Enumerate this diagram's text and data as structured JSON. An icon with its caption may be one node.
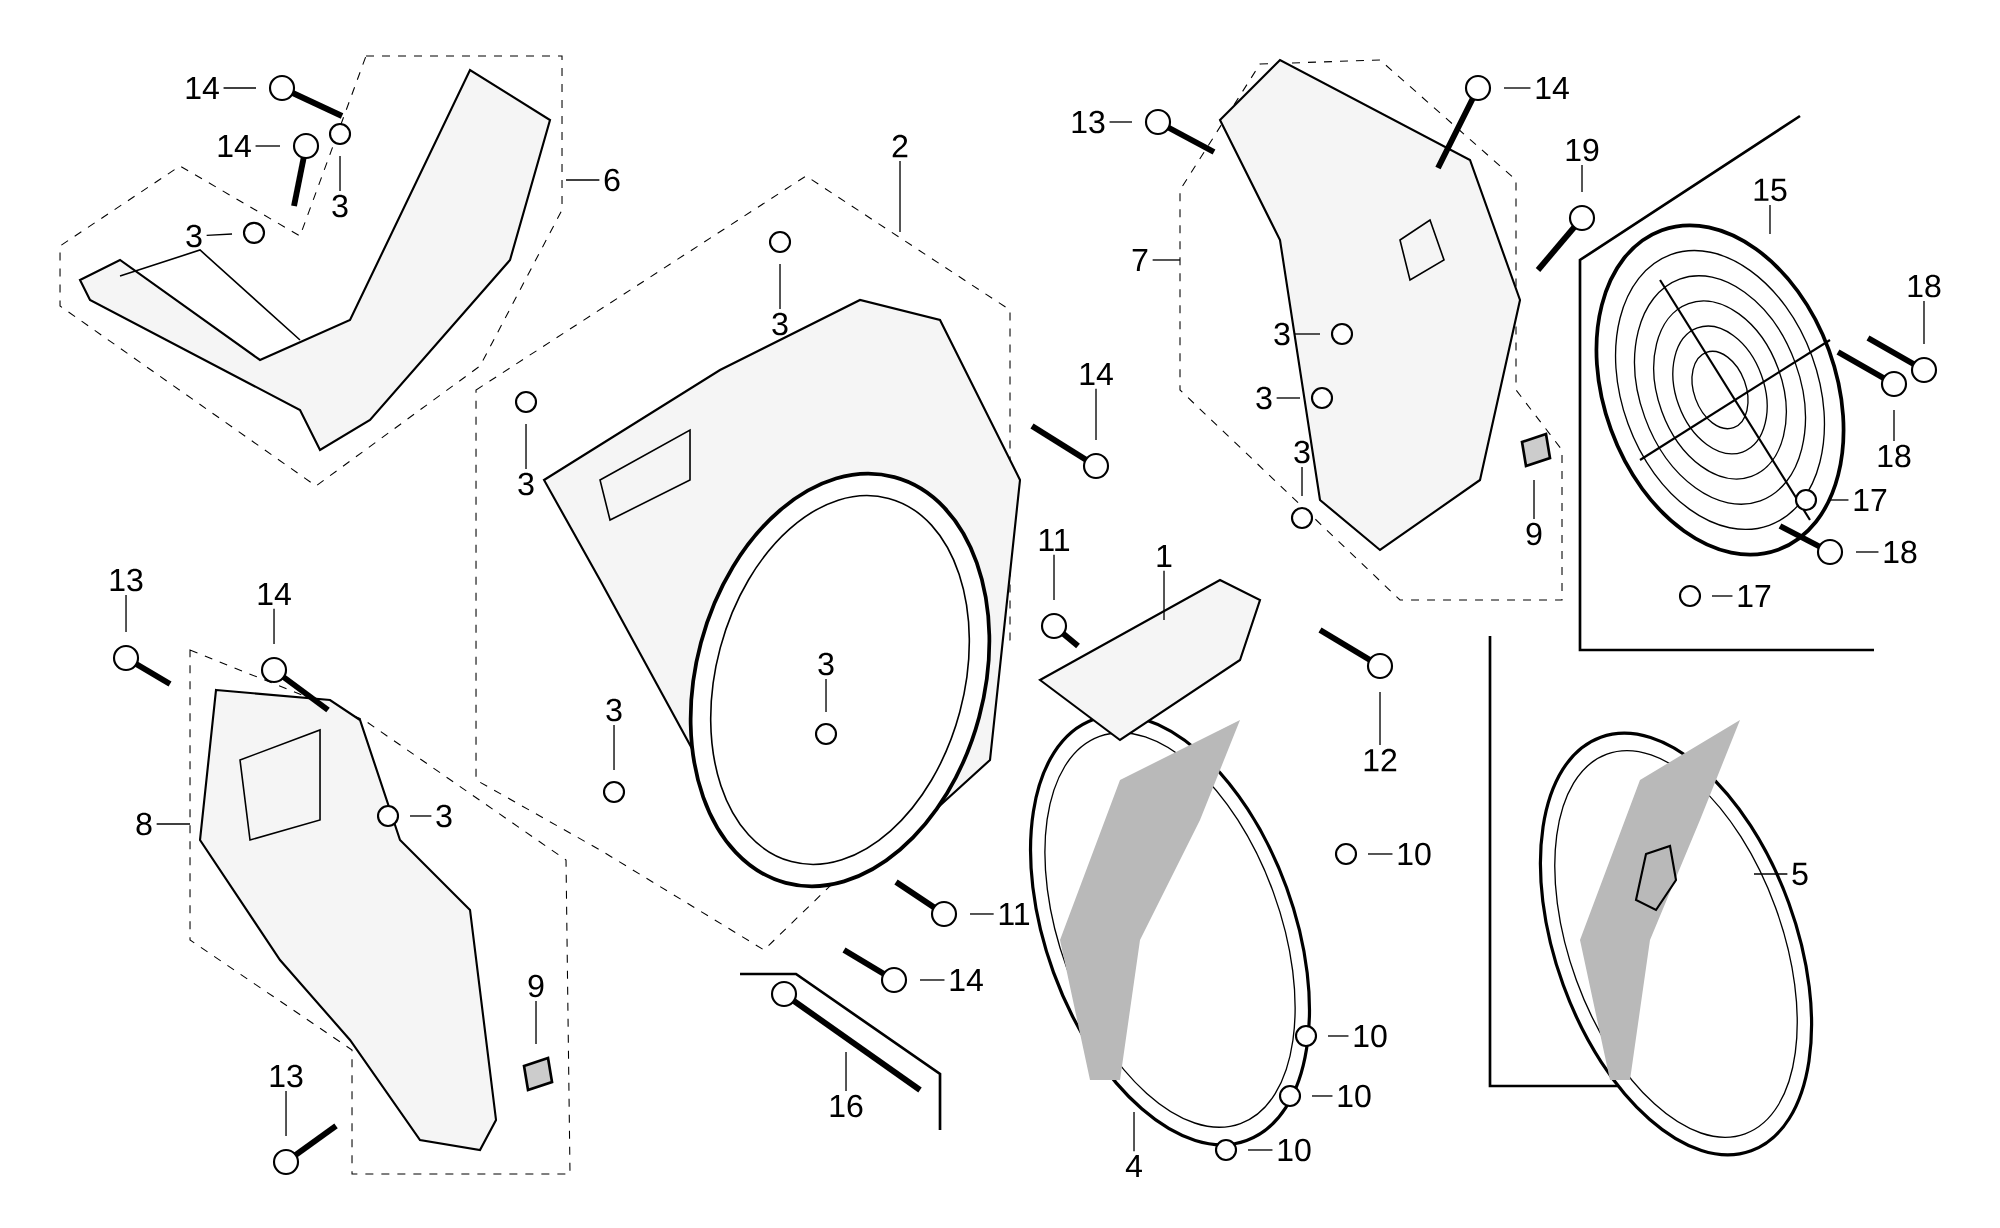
{
  "diagram": {
    "nodes": [
      {
        "text": [
          "14"
        ]
      },
      {
        "text": [
          "14"
        ]
      },
      {
        "text": [
          "3"
        ]
      },
      {
        "text": [
          "3"
        ]
      },
      {
        "text": [
          "6"
        ]
      },
      {
        "text": [
          "2"
        ]
      },
      {
        "text": [
          "3"
        ]
      },
      {
        "text": [
          "3"
        ]
      },
      {
        "text": [
          "13"
        ]
      },
      {
        "text": [
          "14"
        ]
      },
      {
        "text": [
          "7"
        ]
      },
      {
        "text": [
          "3"
        ]
      },
      {
        "text": [
          "3"
        ]
      },
      {
        "text": [
          "3"
        ]
      },
      {
        "text": [
          "14"
        ]
      },
      {
        "text": [
          "19"
        ]
      },
      {
        "text": [
          "15"
        ]
      },
      {
        "text": [
          "18"
        ]
      },
      {
        "text": [
          "18"
        ]
      },
      {
        "text": [
          "17"
        ]
      },
      {
        "text": [
          "18"
        ]
      },
      {
        "text": [
          "17"
        ]
      },
      {
        "text": [
          "9"
        ]
      },
      {
        "text": [
          "13"
        ]
      },
      {
        "text": [
          "14"
        ]
      },
      {
        "text": [
          "8"
        ]
      },
      {
        "text": [
          "3"
        ]
      },
      {
        "text": [
          "3"
        ]
      },
      {
        "text": [
          "9"
        ]
      },
      {
        "text": [
          "13"
        ]
      },
      {
        "text": [
          "11"
        ]
      },
      {
        "text": [
          "1"
        ]
      },
      {
        "text": [
          "3"
        ]
      },
      {
        "text": [
          "11"
        ]
      },
      {
        "text": [
          "14"
        ]
      },
      {
        "text": [
          "16"
        ]
      },
      {
        "text": [
          "4"
        ]
      },
      {
        "text": [
          "10"
        ]
      },
      {
        "text": [
          "10"
        ]
      },
      {
        "text": [
          "10"
        ]
      },
      {
        "text": [
          "10"
        ]
      },
      {
        "text": [
          "12"
        ]
      },
      {
        "text": [
          "5"
        ]
      }
    ],
    "edges": [
      {
        "from": 0,
        "to": null,
        "arrow": "none"
      },
      {
        "from": 1,
        "to": null,
        "arrow": "none"
      },
      {
        "from": 2,
        "to": null,
        "arrow": "none"
      },
      {
        "from": 3,
        "to": null,
        "arrow": "none"
      },
      {
        "from": 4,
        "to": null,
        "arrow": "none"
      },
      {
        "from": 5,
        "to": null,
        "arrow": "none"
      },
      {
        "from": 6,
        "to": null,
        "arrow": "none"
      },
      {
        "from": 7,
        "to": null,
        "arrow": "none"
      },
      {
        "from": 8,
        "to": null,
        "arrow": "none"
      },
      {
        "from": 9,
        "to": null,
        "arrow": "none"
      },
      {
        "from": 10,
        "to": null,
        "arrow": "none"
      },
      {
        "from": 11,
        "to": null,
        "arrow": "none"
      },
      {
        "from": 12,
        "to": null,
        "arrow": "none"
      },
      {
        "from": 13,
        "to": null,
        "arrow": "none"
      },
      {
        "from": 14,
        "to": null,
        "arrow": "none"
      },
      {
        "from": 15,
        "to": null,
        "arrow": "none"
      },
      {
        "from": 16,
        "to": null,
        "arrow": "none"
      },
      {
        "from": 17,
        "to": null,
        "arrow": "none"
      },
      {
        "from": 18,
        "to": null,
        "arrow": "none"
      },
      {
        "from": 19,
        "to": null,
        "arrow": "none"
      },
      {
        "from": 20,
        "to": null,
        "arrow": "none"
      },
      {
        "from": 21,
        "to": null,
        "arrow": "none"
      },
      {
        "from": 22,
        "to": null,
        "arrow": "none"
      },
      {
        "from": 23,
        "to": null,
        "arrow": "none"
      },
      {
        "from": 24,
        "to": null,
        "arrow": "none"
      },
      {
        "from": 25,
        "to": null,
        "arrow": "none"
      },
      {
        "from": 26,
        "to": null,
        "arrow": "none"
      },
      {
        "from": 27,
        "to": null,
        "arrow": "none"
      },
      {
        "from": 28,
        "to": null,
        "arrow": "none"
      },
      {
        "from": 29,
        "to": null,
        "arrow": "none"
      },
      {
        "from": 30,
        "to": null,
        "arrow": "none"
      },
      {
        "from": 31,
        "to": null,
        "arrow": "none"
      },
      {
        "from": 32,
        "to": null,
        "arrow": "none"
      },
      {
        "from": 33,
        "to": null,
        "arrow": "none"
      },
      {
        "from": 34,
        "to": null,
        "arrow": "none"
      },
      {
        "from": 35,
        "to": null,
        "arrow": "none"
      },
      {
        "from": 36,
        "to": null,
        "arrow": "none"
      },
      {
        "from": 37,
        "to": null,
        "arrow": "none"
      },
      {
        "from": 38,
        "to": null,
        "arrow": "none"
      },
      {
        "from": 39,
        "to": null,
        "arrow": "none"
      },
      {
        "from": 40,
        "to": null,
        "arrow": "none"
      },
      {
        "from": 41,
        "to": null,
        "arrow": "none"
      },
      {
        "from": 42,
        "to": null,
        "arrow": "none"
      }
    ]
  }
}
